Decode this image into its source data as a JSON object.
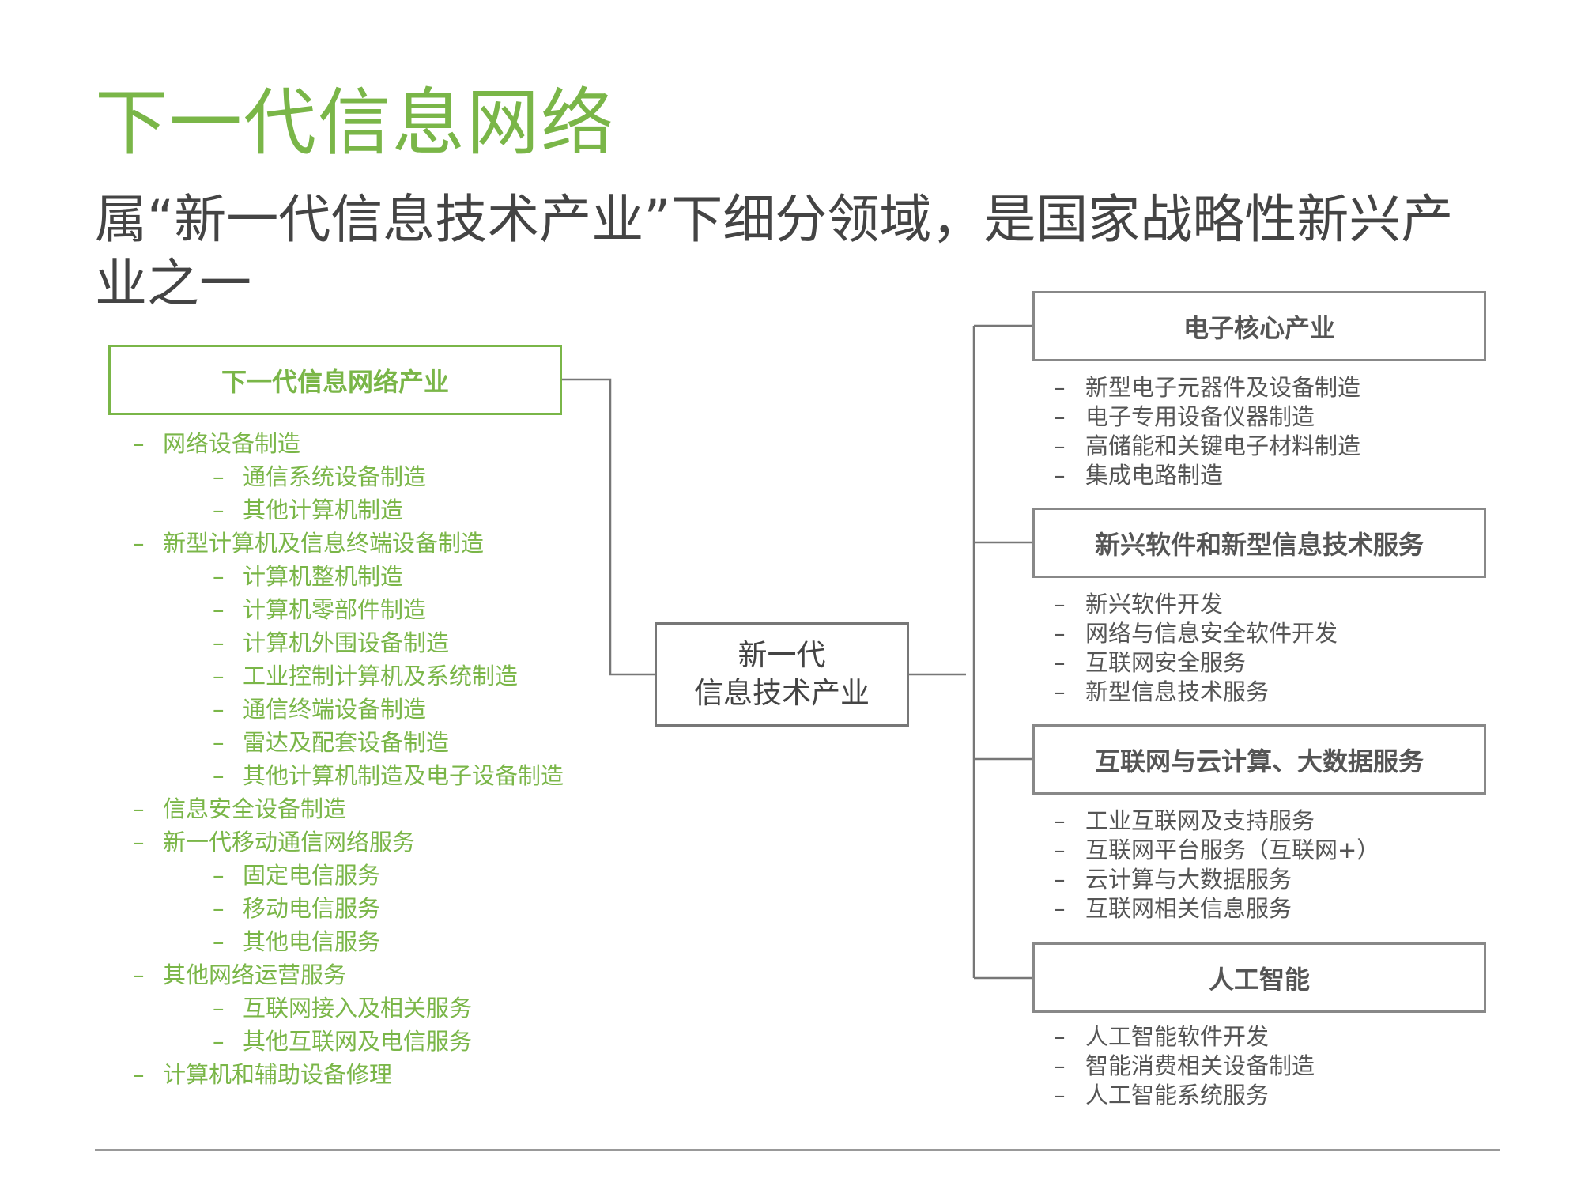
{
  "header": {
    "title": "下一代信息网络",
    "subtitle": "属“新一代信息技术产业”下细分领域，是国家战略性新兴产业之一"
  },
  "colors": {
    "accent_green": "#7ab648",
    "dark_text": "#444444",
    "gray_border": "#888888"
  },
  "center_box": {
    "line1": "新一代",
    "line2": "信息技术产业"
  },
  "left_box": {
    "label": "下一代信息网络产业",
    "items": [
      {
        "level": 1,
        "text": "网络设备制造"
      },
      {
        "level": 2,
        "text": "通信系统设备制造"
      },
      {
        "level": 2,
        "text": "其他计算机制造"
      },
      {
        "level": 1,
        "text": "新型计算机及信息终端设备制造"
      },
      {
        "level": 2,
        "text": "计算机整机制造"
      },
      {
        "level": 2,
        "text": "计算机零部件制造"
      },
      {
        "level": 2,
        "text": "计算机外围设备制造"
      },
      {
        "level": 2,
        "text": "工业控制计算机及系统制造"
      },
      {
        "level": 2,
        "text": "通信终端设备制造"
      },
      {
        "level": 2,
        "text": "雷达及配套设备制造"
      },
      {
        "level": 2,
        "text": "其他计算机制造及电子设备制造"
      },
      {
        "level": 1,
        "text": "信息安全设备制造"
      },
      {
        "level": 1,
        "text": "新一代移动通信网络服务"
      },
      {
        "level": 2,
        "text": "固定电信服务"
      },
      {
        "level": 2,
        "text": "移动电信服务"
      },
      {
        "level": 2,
        "text": "其他电信服务"
      },
      {
        "level": 1,
        "text": "其他网络运营服务"
      },
      {
        "level": 2,
        "text": "互联网接入及相关服务"
      },
      {
        "level": 2,
        "text": "其他互联网及电信服务"
      },
      {
        "level": 1,
        "text": "计算机和辅助设备修理"
      }
    ]
  },
  "right_boxes": [
    {
      "label": "电子核心产业",
      "items": [
        "新型电子元器件及设备制造",
        "电子专用设备仪器制造",
        "高储能和关键电子材料制造",
        "集成电路制造"
      ]
    },
    {
      "label": "新兴软件和新型信息技术服务",
      "items": [
        "新兴软件开发",
        "网络与信息安全软件开发",
        "互联网安全服务",
        "新型信息技术服务"
      ]
    },
    {
      "label": "互联网与云计算、大数据服务",
      "items": [
        "工业互联网及支持服务",
        "互联网平台服务（互联网+）",
        "云计算与大数据服务",
        "互联网相关信息服务"
      ]
    },
    {
      "label": "人工智能",
      "items": [
        "人工智能软件开发",
        "智能消费相关设备制造",
        "人工智能系统服务"
      ]
    }
  ],
  "dash": "–"
}
